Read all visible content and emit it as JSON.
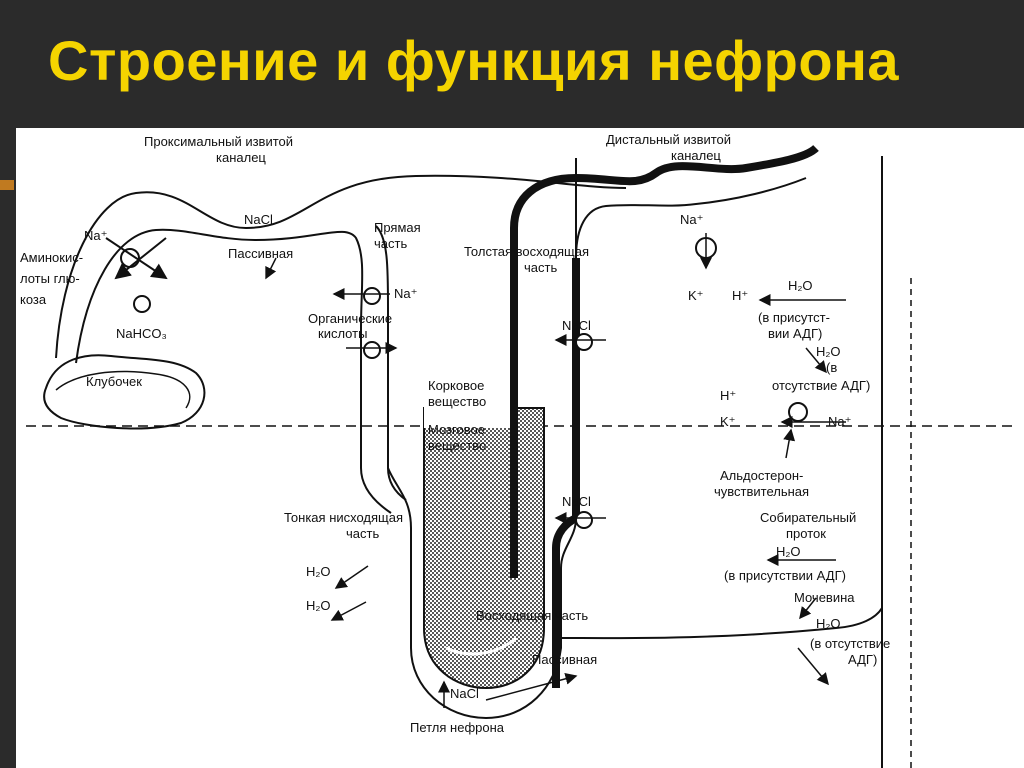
{
  "slide": {
    "title": "Строение и функция нефрона"
  },
  "labels": {
    "proximal_1": "Проксимальный  извитой",
    "proximal_2": "каналец",
    "distal_1": "Дистальный  извитой",
    "distal_2": "каналец",
    "na_plus_left": "Na⁺",
    "nacl_top": "NaCl",
    "passive_top": "Пассивная",
    "straight_1": "Прямая",
    "straight_2": "часть",
    "amino_1": "Аминокис-",
    "amino_2": "лоты глю-",
    "amino_3": "коза",
    "na_plus_mid": "Na⁺",
    "organic_1": "Органические",
    "organic_2": "кислоты",
    "nahco3": "NaHCO₃",
    "glomerulus": "Клубочек",
    "thick_asc_1": "Толстая  восходящая",
    "thick_asc_2": "часть",
    "nacl_asc": "NaCl",
    "cortex_1": "Корковое",
    "cortex_2": "вещество",
    "medulla_1": "Мозговое",
    "medulla_2": "вещество",
    "na_plus_distal": "Na⁺",
    "k_plus": "K⁺",
    "h_plus": "H⁺",
    "h2o_1": "H₂O",
    "adh_present_1": "(в  присутст-",
    "adh_present_2": "вии  АДГ)",
    "h2o_2": "H₂O",
    "adh_absent_1": "(в",
    "adh_absent_2": "отсутствие  АДГ)",
    "h_plus_2": "H⁺",
    "k_plus_2": "K⁺",
    "na_plus_2": "Na⁺",
    "aldo_1": "Альдостерон-",
    "aldo_2": "чувствительная",
    "collecting_1": "Собирательный",
    "collecting_2": "проток",
    "h2o_3": "H₂O",
    "adh_present_3": "(в  присутствии  АДГ)",
    "urea": "Мочевина",
    "h2o_4": "H₂O",
    "adh_absent_3": "(в  отсутствие",
    "adh_absent_4": "АДГ)",
    "thin_desc_1": "Тонкая  нисходящая",
    "thin_desc_2": "часть",
    "h2o_5": "H₂O",
    "h2o_6": "H₂O",
    "nacl_lower": "NaCl",
    "ascending": "Восходящая  часть",
    "passive_loop": "Пассивная",
    "nacl_loop": "NaCl",
    "loop": "Петля  нефрона"
  }
}
